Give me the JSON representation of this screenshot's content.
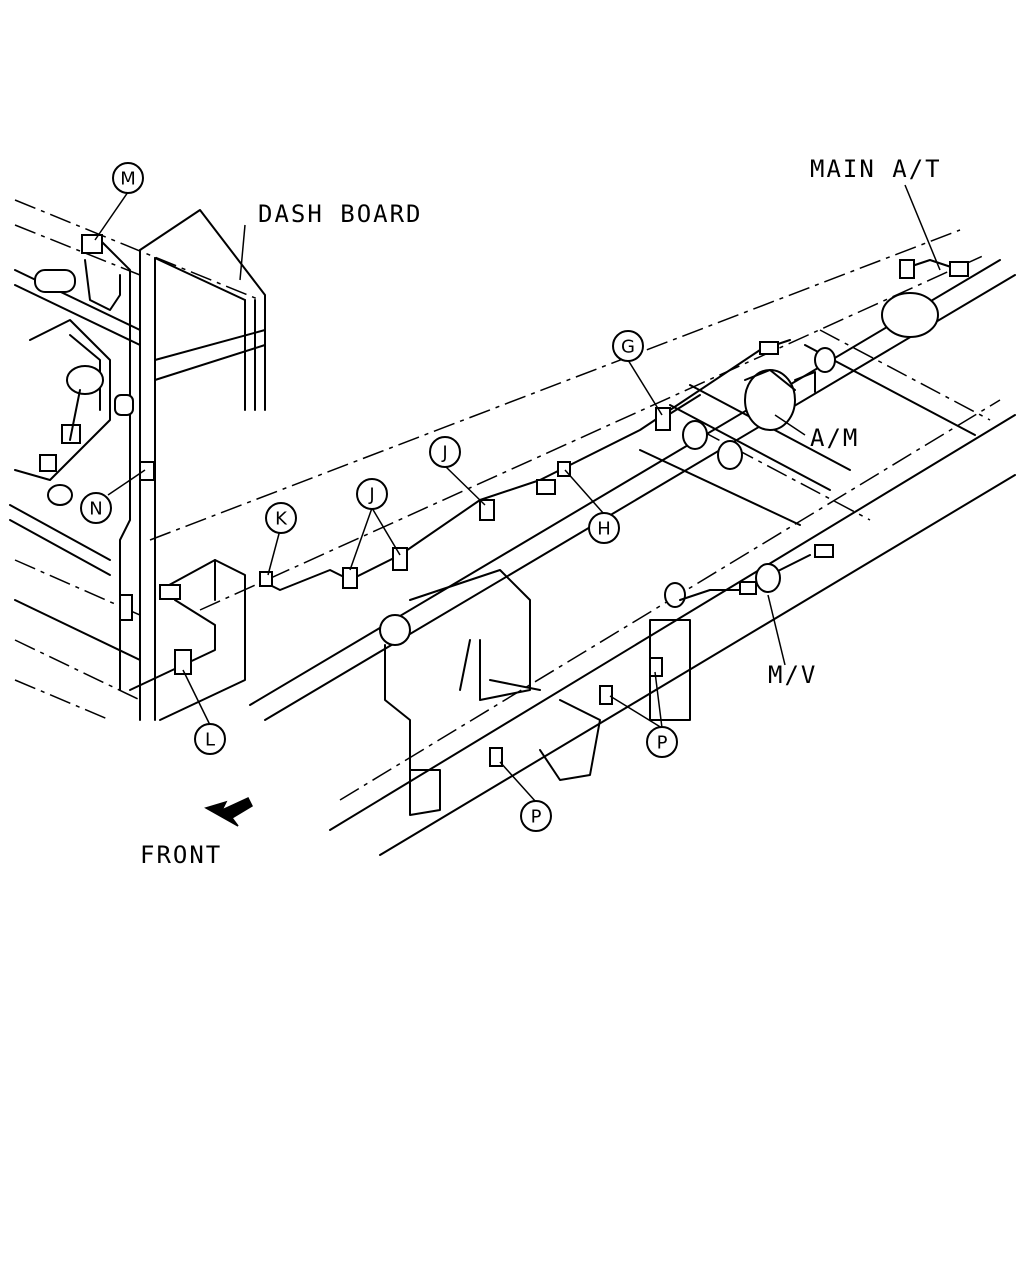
{
  "labels": {
    "dash_board": "DASH BOARD",
    "main_at": "MAIN A/T",
    "am": "A/M",
    "mv": "M/V",
    "front": "FRONT"
  },
  "callouts": {
    "m": "M",
    "n": "N",
    "k": "K",
    "l": "L",
    "j1": "J",
    "j2": "J",
    "g": "G",
    "h": "H",
    "p1": "P",
    "p2": "P"
  },
  "icons": {
    "front_arrow": "arrow-down-left-icon"
  }
}
